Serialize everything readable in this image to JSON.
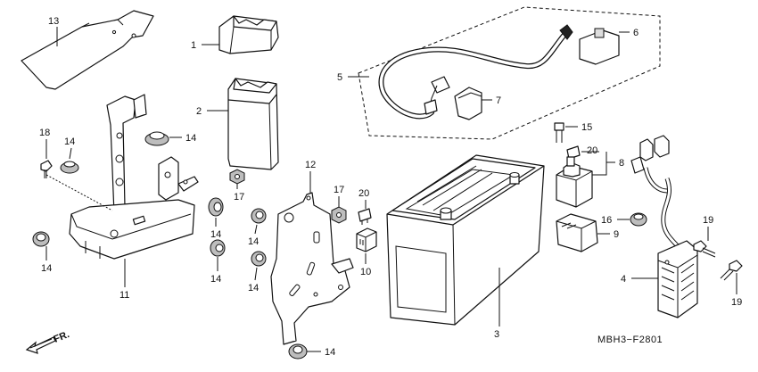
{
  "diagram_code": "MBH3−F2801",
  "direction_label": "FR.",
  "callouts": {
    "p1": "1",
    "p2": "2",
    "p3": "3",
    "p4": "4",
    "p5": "5",
    "p6": "6",
    "p7": "7",
    "p8": "8",
    "p9": "9",
    "p10": "10",
    "p11": "11",
    "p12": "12",
    "p13": "13",
    "p14": "14",
    "p15": "15",
    "p16": "16",
    "p17": "17",
    "p18": "18",
    "p19": "19",
    "p20": "20"
  }
}
